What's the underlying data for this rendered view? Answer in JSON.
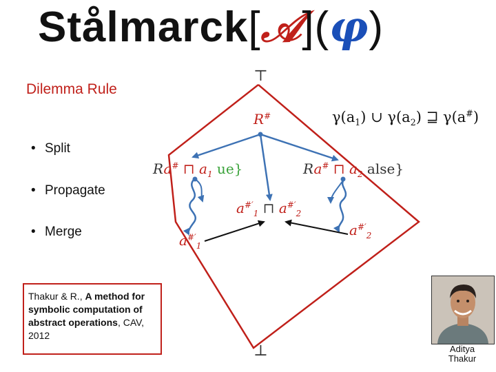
{
  "title": {
    "prefix": "Stålmarck",
    "open_bracket": "[",
    "domain_symbol": "𝒜",
    "close_bracket": "]",
    "open_paren": "(",
    "formula_symbol": "φ",
    "close_paren": ")"
  },
  "left_panel": {
    "rule_title": "Dilemma Rule",
    "bullets": [
      "Split",
      "Propagate",
      "Merge"
    ]
  },
  "reference": {
    "authors": "Thakur & R.,",
    "title": "A method for symbolic computation of abstract operations",
    "venue": ", CAV, 2012"
  },
  "photo": {
    "caption_first": "Aditya",
    "caption_last": "Thakur"
  },
  "diagram": {
    "top": "⊤",
    "bottom": "⊥",
    "root": "R",
    "root_sup": "#",
    "union": {
      "gamma1": "γ(a",
      "sub1": "1",
      "mid": ") ∪ γ(a",
      "sub2": "2",
      "tail": ") ⊒ γ(a",
      "sup": "#",
      "close": ")"
    },
    "left_branch": {
      "r": "R",
      "a": "a",
      "sup": "#",
      "meet": " ⊓ a",
      "sub": "1",
      "tail": " ue}"
    },
    "right_branch": {
      "r": "R",
      "a": "a",
      "sup": "#",
      "meet": " ⊓ a",
      "sub": "2",
      "tail": " alse}"
    },
    "merge": {
      "a1": "a",
      "a1_sup": "#′",
      "a1_sub": "1",
      "op": " ⊓ ",
      "a2": "a",
      "a2_sup": "#′",
      "a2_sub": "2"
    },
    "left_result": {
      "a": "a",
      "sup": "#′",
      "sub": "1"
    },
    "right_result": {
      "a": "a",
      "sup": "#′",
      "sub": "2"
    }
  },
  "colors": {
    "accent_red": "#c0201a",
    "arrow_blue": "#3d72b4",
    "text_green": "#3ba33b"
  }
}
